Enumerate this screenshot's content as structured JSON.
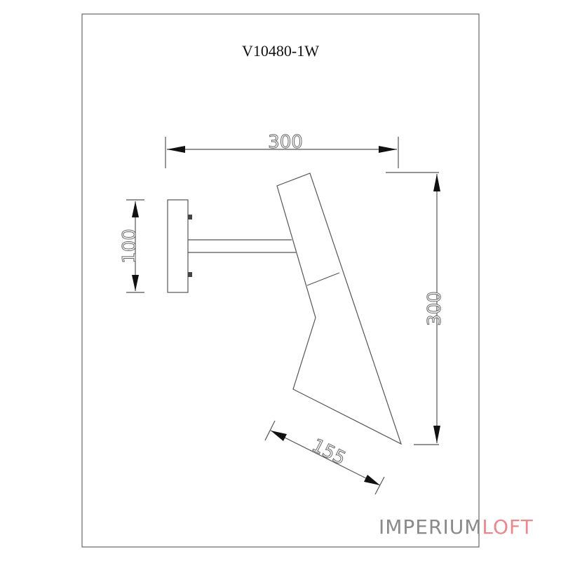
{
  "title": "V10480-1W",
  "dimensions": {
    "width_top": "300",
    "height_right": "300",
    "plate_height": "100",
    "shade_opening": "155"
  },
  "logo": {
    "part1": "IMPERIUM",
    "part2": "LOFT",
    "color1": "#8a8a8a",
    "color2": "#e8898d"
  }
}
